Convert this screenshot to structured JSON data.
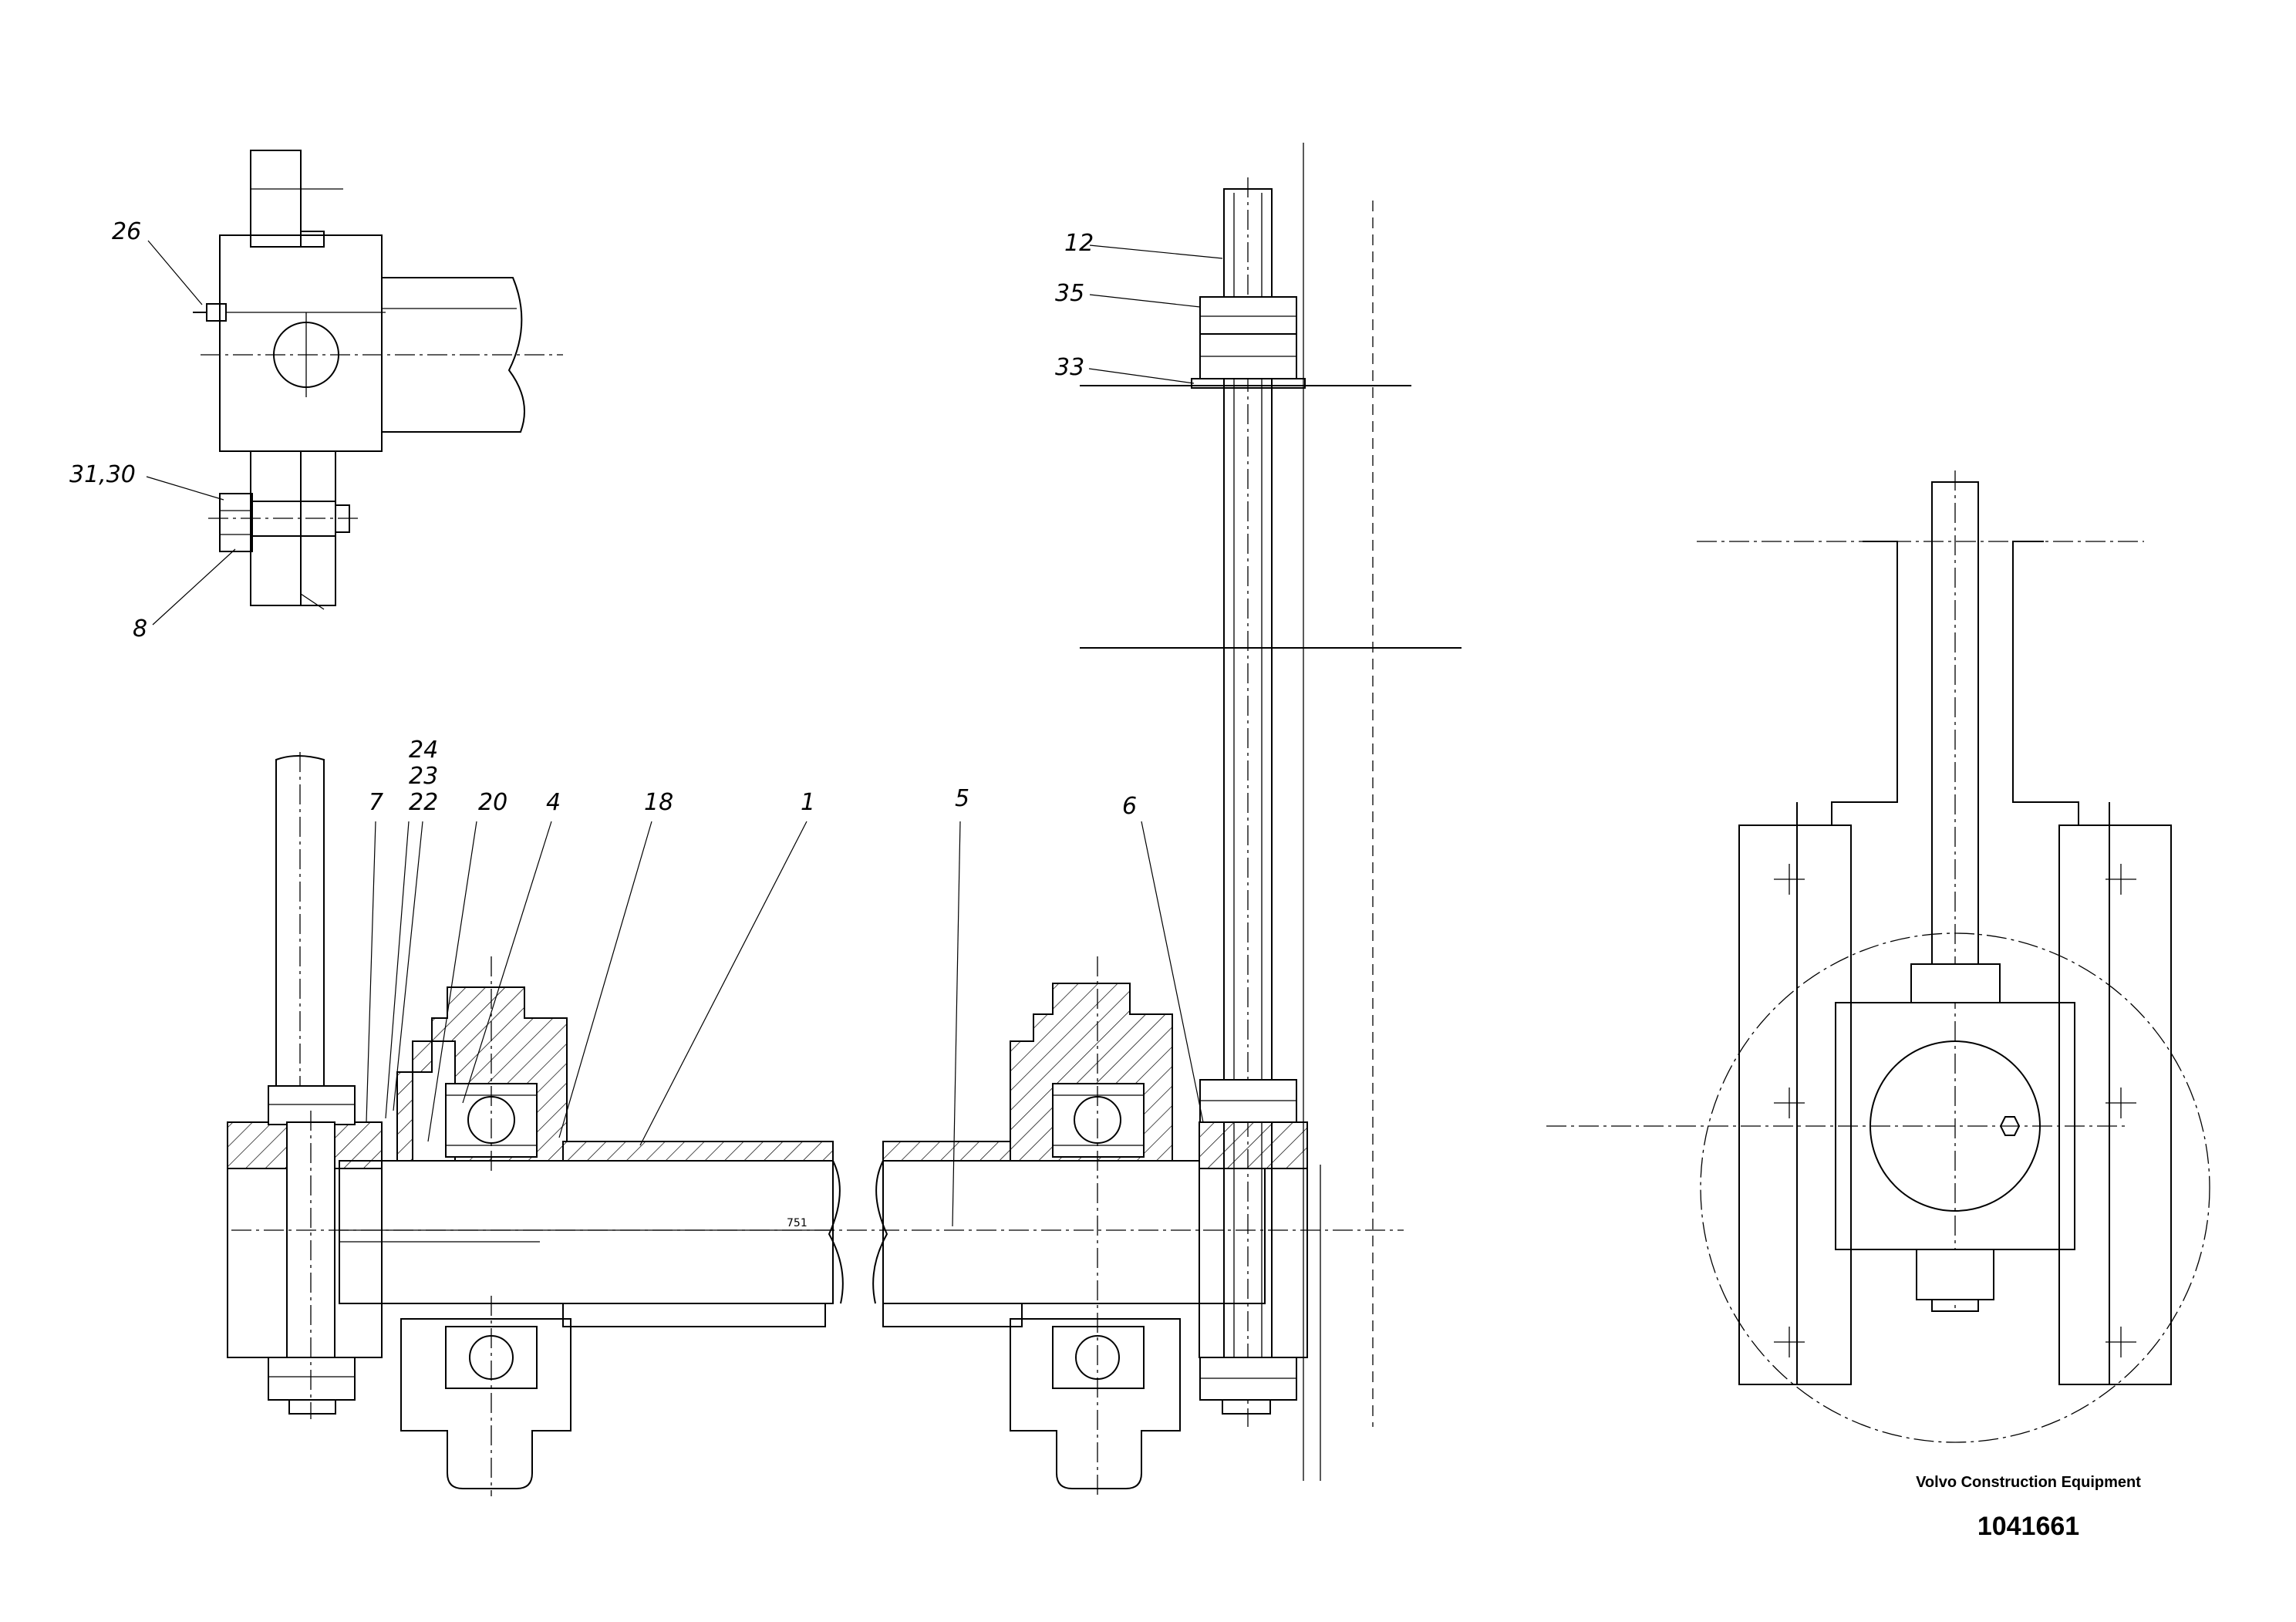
{
  "callouts": {
    "c26": "26",
    "c3130": "31,30",
    "c8": "8",
    "c12": "12",
    "c35": "35",
    "c33": "33",
    "c24": "24",
    "c23": "23",
    "c22": "22",
    "c7": "7",
    "c20": "20",
    "c4": "4",
    "c18": "18",
    "c1": "1",
    "c5": "5",
    "c6": "6"
  },
  "dimension": "751",
  "footer": {
    "company": "Volvo Construction Equipment",
    "doc_number": "1041661"
  }
}
